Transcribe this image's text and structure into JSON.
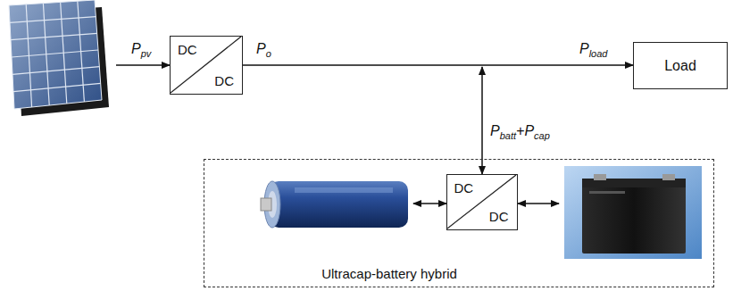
{
  "diagram": {
    "nodes": [
      {
        "text": [
          "DC",
          "DC"
        ]
      },
      {
        "text": [
          "Load"
        ]
      },
      {
        "text": [
          "Ultracap-battery hybrid"
        ]
      },
      {
        "text": [
          "DC",
          "DC"
        ],
        "in": 2
      }
    ],
    "edges": [
      {
        "from": 0,
        "to": 1,
        "arrow": "to"
      }
    ],
    "labels": [
      "Ppv",
      "Po",
      "Pload",
      "Pbatt+Pcap"
    ]
  }
}
